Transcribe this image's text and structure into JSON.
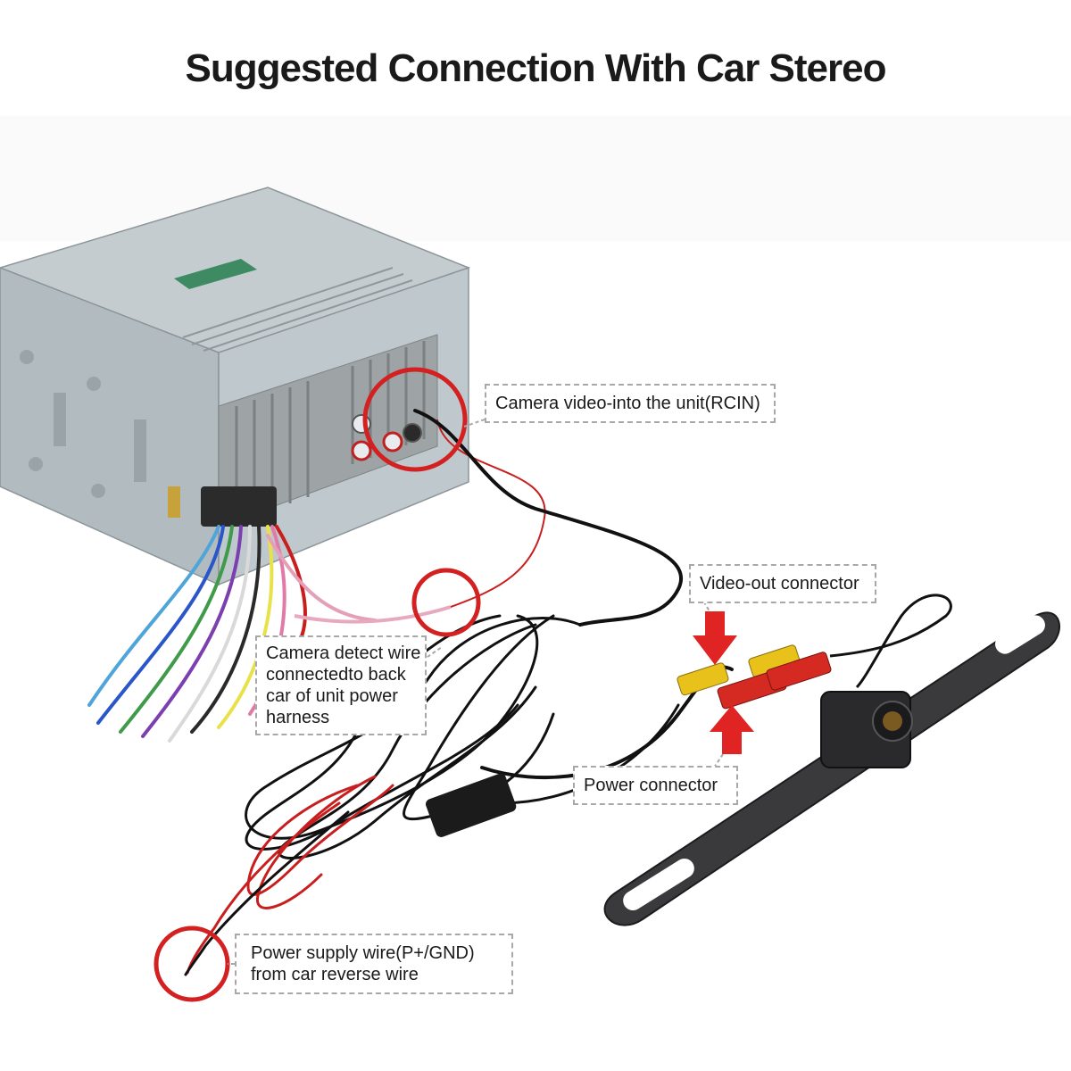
{
  "title": "Suggested Connection With Car Stereo",
  "callouts": {
    "camera_video": {
      "lines": [
        "Camera video-into the unit(RCIN)"
      ]
    },
    "video_out": {
      "lines": [
        "Video-out connector"
      ]
    },
    "camera_detect": {
      "lines": [
        "Camera detect wire",
        "connectedto back",
        "car of unit power",
        "harness"
      ]
    },
    "power_connector": {
      "lines": [
        "Power connector"
      ]
    },
    "power_supply": {
      "lines": [
        "Power supply wire(P+/GND)",
        "from car reverse wire"
      ]
    }
  },
  "colors": {
    "highlight_circle": "#d32020",
    "arrow": "#e02424",
    "callout_border": "#a8a8a8",
    "unit_body": "#b9c2c6",
    "heatsink": "#9ea3a5",
    "cable": "#111111",
    "red_wire": "#c81e1e",
    "rca_yellow": "#e8c21a",
    "rca_red": "#d42a22",
    "bracket": "#3a3a3c"
  }
}
